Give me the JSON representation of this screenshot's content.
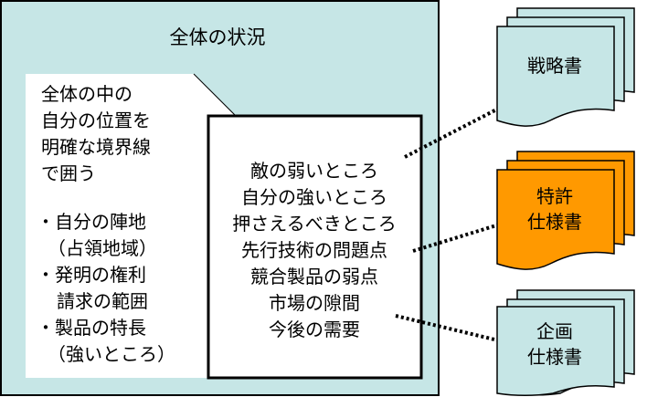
{
  "colors": {
    "panel_fill": "#c6e6e6",
    "outer_fill": "#a9d4d4",
    "doc_fill": "#c6e6e6",
    "highlight_fill": "#ff9900",
    "connector": "#000000"
  },
  "overall": {
    "title": "全体の状況",
    "left_note": [
      "全体の中の",
      "自分の位置を",
      "明確な境界線",
      "で囲う"
    ],
    "bullets": [
      {
        "mark": "・",
        "lines": [
          "自分の陣地",
          "（占領地域）"
        ]
      },
      {
        "mark": "・",
        "lines": [
          "発明の権利",
          "請求の範囲"
        ]
      },
      {
        "mark": "・",
        "lines": [
          "製品の特長",
          "（強いところ）"
        ]
      }
    ],
    "center_box": [
      "敵の弱いところ",
      "自分の強いところ",
      "押さえるべきところ",
      "先行技術の問題点",
      "競合製品の弱点",
      "市場の隙間",
      "今後の需要"
    ]
  },
  "documents": [
    {
      "name": "strategy-doc",
      "lines": [
        "戦略書"
      ],
      "highlight": false
    },
    {
      "name": "patent-spec-doc",
      "lines": [
        "特許",
        "仕様書"
      ],
      "highlight": true
    },
    {
      "name": "plan-spec-doc",
      "lines": [
        "企画",
        "仕様書"
      ],
      "highlight": false
    }
  ]
}
